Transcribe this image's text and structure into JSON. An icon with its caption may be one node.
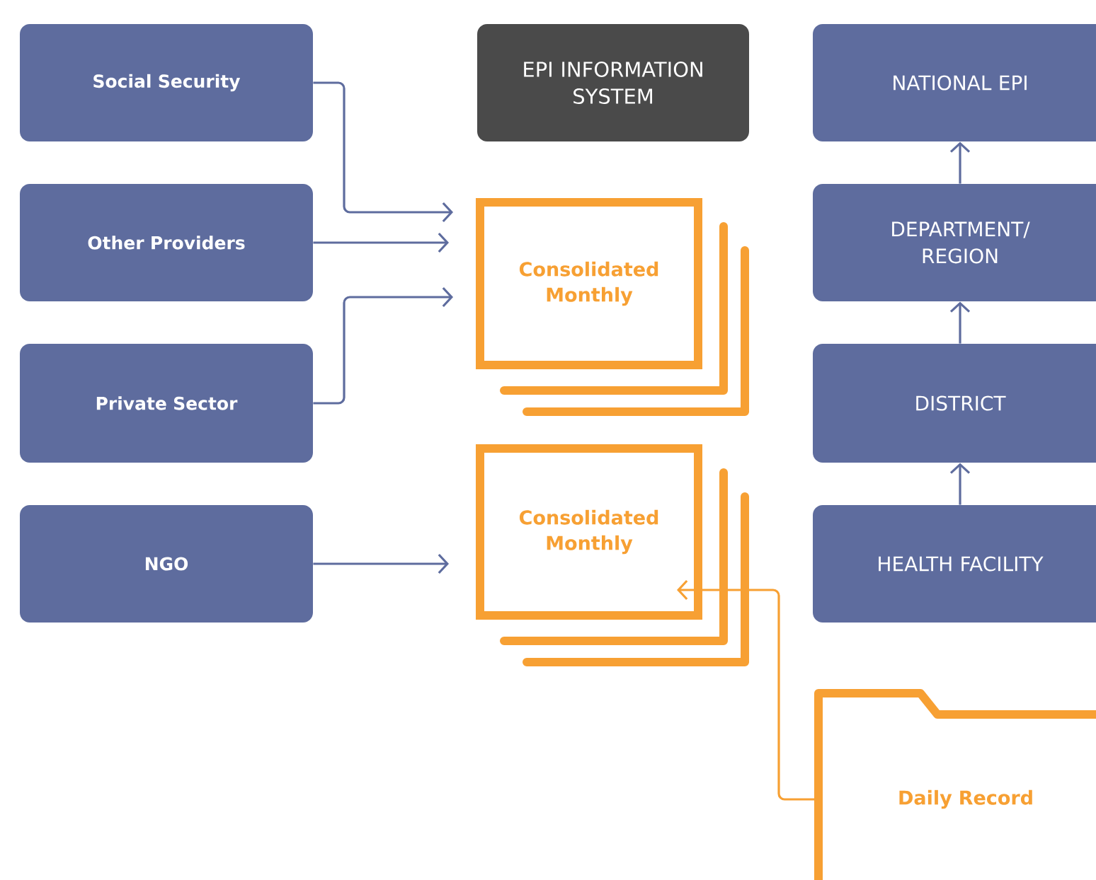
{
  "diagram": {
    "nodes": [
      {
        "text": [
          "Social Security"
        ]
      },
      {
        "text": [
          "Other Providers"
        ]
      },
      {
        "text": [
          "Private Sector"
        ]
      },
      {
        "text": [
          "NGO"
        ]
      },
      {
        "text": [
          "EPI INFORMATION SYSTEM"
        ]
      },
      {
        "text": [
          "Consolidated Monthly"
        ]
      },
      {
        "text": [
          "Consolidated Monthly"
        ]
      },
      {
        "text": [
          "NATIONAL EPI"
        ]
      },
      {
        "text": [
          "DEPARTMENT/ REGION"
        ]
      },
      {
        "text": [
          "DISTRICT"
        ]
      },
      {
        "text": [
          "HEALTH FACILITY"
        ]
      },
      {
        "text": [
          "Daily Record"
        ]
      }
    ],
    "edges": [
      {
        "from": 0,
        "to": 5,
        "arrow": "to"
      },
      {
        "from": 1,
        "to": 5,
        "arrow": "to"
      },
      {
        "from": 2,
        "to": 5,
        "arrow": "to"
      },
      {
        "from": 3,
        "to": 6,
        "arrow": "to"
      },
      {
        "from": 11,
        "to": 6,
        "arrow": "to",
        "color": "#f7a033"
      },
      {
        "from": 10,
        "to": 9,
        "arrow": "to"
      },
      {
        "from": 9,
        "to": 8,
        "arrow": "to"
      },
      {
        "from": 8,
        "to": 7,
        "arrow": "to"
      }
    ]
  }
}
